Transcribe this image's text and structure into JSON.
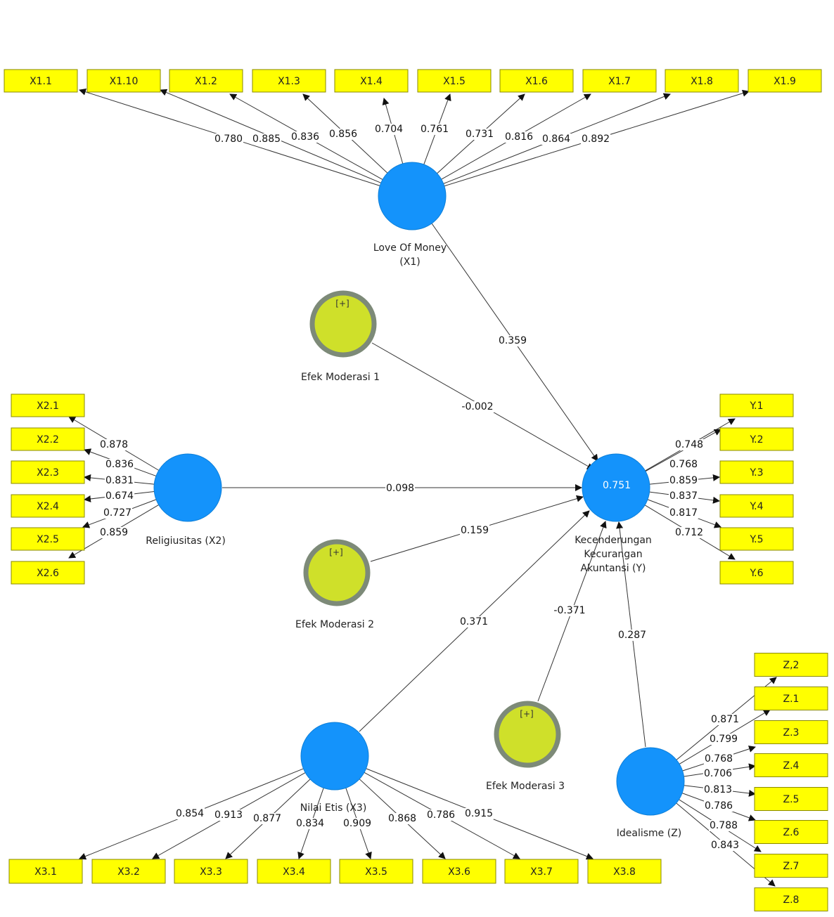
{
  "colors": {
    "construct": "#1493fb",
    "moderator_fill": "#cfe02a",
    "moderator_ring": "#7d8a78",
    "indicator_fill": "#ffff00",
    "indicator_border": "#8a8a00",
    "line": "#333333"
  },
  "indicators": {
    "x1": [
      "X1.1",
      "X1.10",
      "X1.2",
      "X1.3",
      "X1.4",
      "X1.5",
      "X1.6",
      "X1.7",
      "X1.8",
      "X1.9"
    ],
    "x2": [
      "X2.1",
      "X2.2",
      "X2.3",
      "X2.4",
      "X2.5",
      "X2.6"
    ],
    "x3": [
      "X3.1",
      "X3.2",
      "X3.3",
      "X3.4",
      "X3.5",
      "X3.6",
      "X3.7",
      "X3.8"
    ],
    "y": [
      "Y.1",
      "Y.2",
      "Y.3",
      "Y.4",
      "Y.5",
      "Y.6"
    ],
    "z": [
      "Z,2",
      "Z.1",
      "Z.3",
      "Z.4",
      "Z.5",
      "Z.6",
      "Z.7",
      "Z.8"
    ]
  },
  "constructs": {
    "x1": {
      "name_lines": [
        "Love Of Money",
        "(X1)"
      ]
    },
    "x2": {
      "name_lines": [
        "Religiusitas (X2)"
      ]
    },
    "x3": {
      "name_lines": [
        "Nilai Etis (X3)"
      ]
    },
    "y": {
      "name_lines": [
        "Kecenderungan",
        "Kecurangan",
        "Akuntansi (Y)"
      ],
      "r2": "0.751"
    },
    "z": {
      "name_lines": [
        "Idealisme (Z)"
      ]
    },
    "m1": {
      "name_lines": [
        "Efek Moderasi 1"
      ],
      "marker": "[+]"
    },
    "m2": {
      "name_lines": [
        "Efek Moderasi 2"
      ],
      "marker": "[+]"
    },
    "m3": {
      "name_lines": [
        "Efek Moderasi 3"
      ],
      "marker": "[+]"
    }
  },
  "loadings": {
    "x1": [
      "0.780",
      "0.885",
      "0.836",
      "0.856",
      "0.704",
      "0.761",
      "0.731",
      "0.816",
      "0.864",
      "0.892"
    ],
    "x2": [
      "0.878",
      "0.836",
      "0.831",
      "0.674",
      "0.727",
      "0.859"
    ],
    "x3": [
      "0.854",
      "0.913",
      "0.877",
      "0.834",
      "0.909",
      "0.868",
      "0.786",
      "0.915"
    ],
    "y": [
      "0.748",
      "0.768",
      "0.859",
      "0.837",
      "0.817",
      "0.712"
    ],
    "z": [
      "0.871",
      "0.799",
      "0.768",
      "0.706",
      "0.813",
      "0.786",
      "0.788",
      "0.843"
    ]
  },
  "paths": {
    "x1_y": "0.359",
    "m1_y": "-0.002",
    "x2_y": "0.098",
    "m2_y": "0.159",
    "x3_y": "0.371",
    "m3_y": "-0.371",
    "z_y": "0.287"
  }
}
